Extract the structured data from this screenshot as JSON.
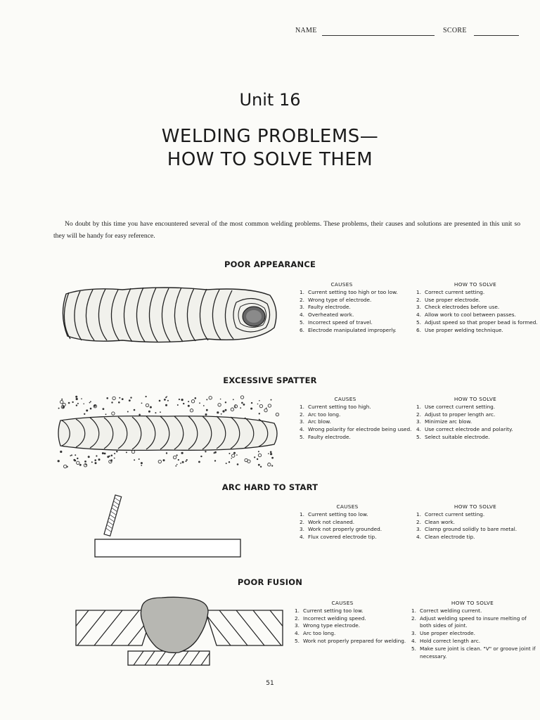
{
  "header": {
    "name_label": "NAME",
    "score_label": "SCORE"
  },
  "unit_label": "Unit 16",
  "title_line1": "WELDING PROBLEMS—",
  "title_line2": "HOW TO SOLVE THEM",
  "intro": "No doubt by this time you have encountered several of the most common welding problems. These problems, their causes and solutions are presented in this unit so they will be handy for easy reference.",
  "sections": [
    {
      "title": "POOR APPEARANCE",
      "causes_header": "CAUSES",
      "solve_header": "HOW TO SOLVE",
      "causes": [
        "Current setting too high or too low.",
        "Wrong type of electrode.",
        "Faulty electrode.",
        "Overheated work.",
        "Incorrect speed of travel.",
        "Electrode manipulated improperly."
      ],
      "solutions": [
        "Correct current setting.",
        "Use proper electrode.",
        "Check electrodes before use.",
        "Allow work to cool between passes.",
        "Adjust speed so that proper bead is formed.",
        "Use proper welding technique."
      ]
    },
    {
      "title": "EXCESSIVE SPATTER",
      "causes_header": "CAUSES",
      "solve_header": "HOW TO SOLVE",
      "causes": [
        "Current setting too high.",
        "Arc too long.",
        "Arc blow.",
        "Wrong polarity for electrode being used.",
        "Faulty electrode."
      ],
      "solutions": [
        "Use correct current setting.",
        "Adjust to proper length arc.",
        "Minimize arc blow.",
        "Use correct electrode and polarity.",
        "Select suitable electrode."
      ]
    },
    {
      "title": "ARC HARD TO START",
      "causes_header": "CAUSES",
      "solve_header": "HOW TO SOLVE",
      "causes": [
        "Current setting too low.",
        "Work not cleaned.",
        "Work not properly grounded.",
        "Flux covered electrode tip."
      ],
      "solutions": [
        "Correct current setting.",
        "Clean work.",
        "Clamp ground solidly to bare metal.",
        "Clean electrode tip."
      ]
    },
    {
      "title": "POOR FUSION",
      "causes_header": "CAUSES",
      "solve_header": "HOW TO SOLVE",
      "causes": [
        "Current setting too low.",
        "Incorrect welding speed.",
        "Wrong type electrode.",
        "Arc too long.",
        "Work not properly prepared for welding."
      ],
      "solutions": [
        "Correct welding current.",
        "Adjust welding speed to insure melting of both sides of joint.",
        "Use proper electrode.",
        "Hold correct length arc.",
        "Make sure joint is clean. \"V\" or groove joint if necessary."
      ]
    }
  ],
  "page_number": "51"
}
